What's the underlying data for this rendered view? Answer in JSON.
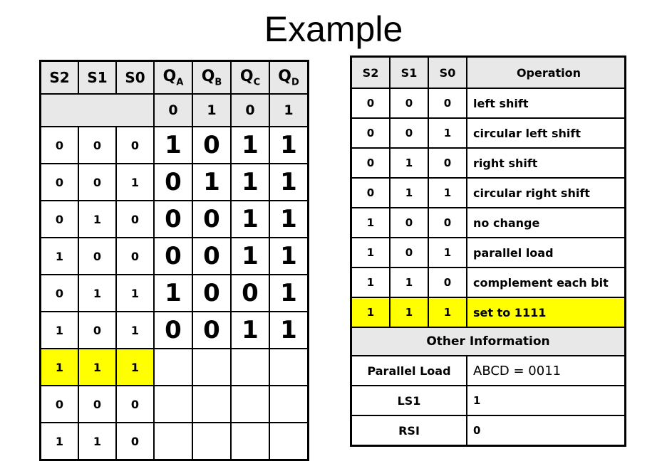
{
  "title": "Example",
  "colors": {
    "highlight": "#ffff00",
    "header_bg": "#e8e8e8",
    "border": "#000000",
    "text": "#000000",
    "page_bg": "#ffffff"
  },
  "state_table": {
    "name": "shift-register-state-table",
    "headers": [
      "S2",
      "S1",
      "S0",
      "Q",
      "Q",
      "Q",
      "Q"
    ],
    "q_subscripts": [
      "A",
      "B",
      "C",
      "D"
    ],
    "initial_row": {
      "select_label": "",
      "q_values": [
        "0",
        "1",
        "0",
        "1"
      ]
    },
    "rows": [
      {
        "s": [
          "0",
          "0",
          "0"
        ],
        "q": [
          "1",
          "0",
          "1",
          "1"
        ],
        "highlight": false
      },
      {
        "s": [
          "0",
          "0",
          "1"
        ],
        "q": [
          "0",
          "1",
          "1",
          "1"
        ],
        "highlight": false
      },
      {
        "s": [
          "0",
          "1",
          "0"
        ],
        "q": [
          "0",
          "0",
          "1",
          "1"
        ],
        "highlight": false
      },
      {
        "s": [
          "1",
          "0",
          "0"
        ],
        "q": [
          "0",
          "0",
          "1",
          "1"
        ],
        "highlight": false
      },
      {
        "s": [
          "0",
          "1",
          "1"
        ],
        "q": [
          "1",
          "0",
          "0",
          "1"
        ],
        "highlight": false
      },
      {
        "s": [
          "1",
          "0",
          "1"
        ],
        "q": [
          "0",
          "0",
          "1",
          "1"
        ],
        "highlight": false
      },
      {
        "s": [
          "1",
          "1",
          "1"
        ],
        "q": [
          "",
          "",
          "",
          ""
        ],
        "highlight": true
      },
      {
        "s": [
          "0",
          "0",
          "0"
        ],
        "q": [
          "",
          "",
          "",
          ""
        ],
        "highlight": false
      },
      {
        "s": [
          "1",
          "1",
          "0"
        ],
        "q": [
          "",
          "",
          "",
          ""
        ],
        "highlight": false
      }
    ]
  },
  "operation_table": {
    "name": "operation-lookup-table",
    "headers": [
      "S2",
      "S1",
      "S0",
      "Operation"
    ],
    "rows": [
      {
        "s": [
          "0",
          "0",
          "0"
        ],
        "operation": "left shift",
        "highlight": false
      },
      {
        "s": [
          "0",
          "0",
          "1"
        ],
        "operation": "circular left shift",
        "highlight": false
      },
      {
        "s": [
          "0",
          "1",
          "0"
        ],
        "operation": "right shift",
        "highlight": false
      },
      {
        "s": [
          "0",
          "1",
          "1"
        ],
        "operation": "circular right shift",
        "highlight": false
      },
      {
        "s": [
          "1",
          "0",
          "0"
        ],
        "operation": "no change",
        "highlight": false
      },
      {
        "s": [
          "1",
          "0",
          "1"
        ],
        "operation": "parallel load",
        "highlight": false
      },
      {
        "s": [
          "1",
          "1",
          "0"
        ],
        "operation": "complement each bit",
        "highlight": false
      },
      {
        "s": [
          "1",
          "1",
          "1"
        ],
        "operation": "set to 1111",
        "highlight": true
      }
    ],
    "other_information": {
      "section_title": "Other Information",
      "entries": [
        {
          "label": "Parallel Load",
          "value": "ABCD = 0011",
          "style": "normal"
        },
        {
          "label": "LS1",
          "value": "1",
          "style": "small"
        },
        {
          "label": "RSI",
          "value": "0",
          "style": "small"
        }
      ]
    }
  }
}
